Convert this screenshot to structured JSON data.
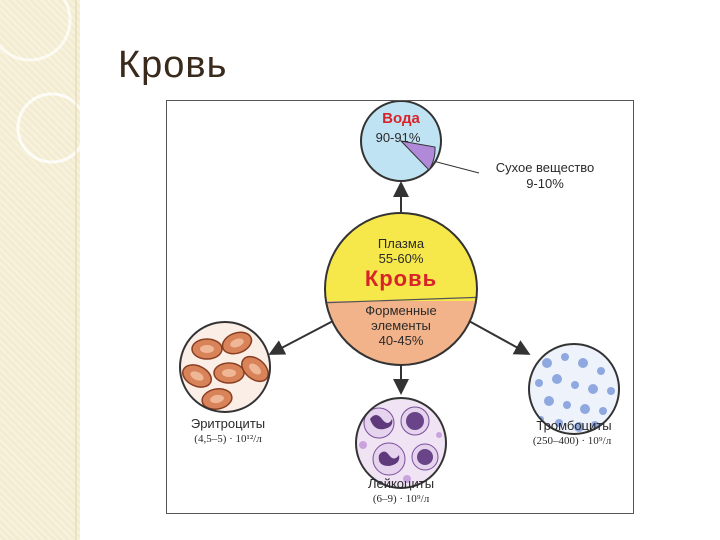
{
  "slide": {
    "title": "Кровь"
  },
  "diagram": {
    "center": {
      "plasma_label": "Плазма",
      "plasma_percent": "55-60%",
      "title": "Кровь",
      "formed_label_1": "Форменные",
      "formed_label_2": "элементы",
      "formed_percent": "40-45%"
    },
    "top": {
      "water_label": "Вода",
      "water_percent": "90-91%",
      "dry_label": "Сухое вещество",
      "dry_percent": "9-10%"
    },
    "erythrocytes": {
      "label": "Эритроциты",
      "formula": "(4,5–5) · 10¹²/л"
    },
    "leukocytes": {
      "label": "Лейкоциты",
      "formula": "(6–9) · 10⁹/л"
    },
    "thrombocytes": {
      "label": "Тромбоциты",
      "formula": "(250–400) · 10⁹/л"
    },
    "colors": {
      "plasma": "#f6e84a",
      "formed": "#f2b38a",
      "water": "#bfe3f2",
      "dry_matter": "#b08ad8",
      "blood_title": "#d8232a",
      "water_title": "#d8232a",
      "erythrocyte": "#d8835a",
      "leukocyte": "#7a4e9a",
      "platelet": "#8fa8e0"
    }
  }
}
